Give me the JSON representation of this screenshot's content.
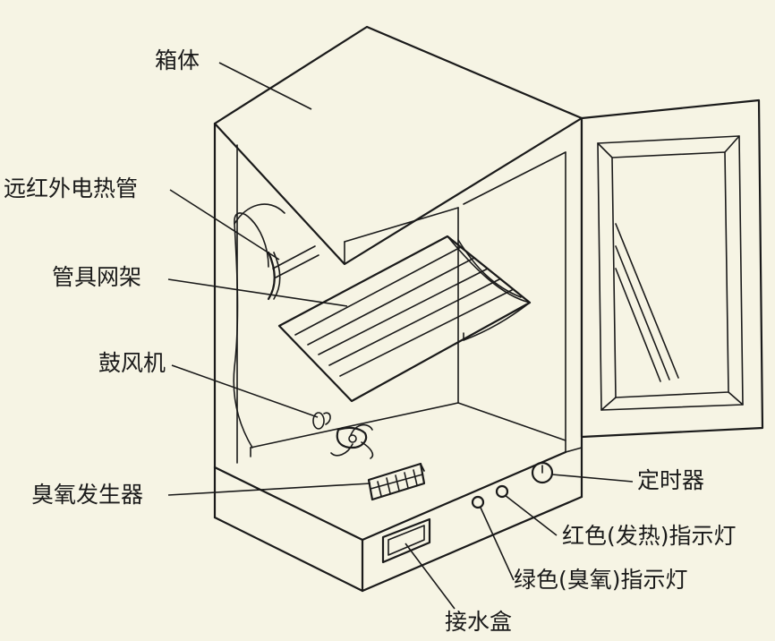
{
  "labels": {
    "cabinet": "箱体",
    "far_infrared_tube": "远红外电热管",
    "utensil_rack": "管具网架",
    "blower": "鼓风机",
    "ozone_generator": "臭氧发生器",
    "timer": "定时器",
    "red_indicator": "红色(发热)指示灯",
    "green_indicator": "绿色(臭氧)指示灯",
    "drip_box": "接水盒"
  },
  "colors": {
    "ink": "#1a1a1a",
    "paper": "#f6f4e4"
  }
}
